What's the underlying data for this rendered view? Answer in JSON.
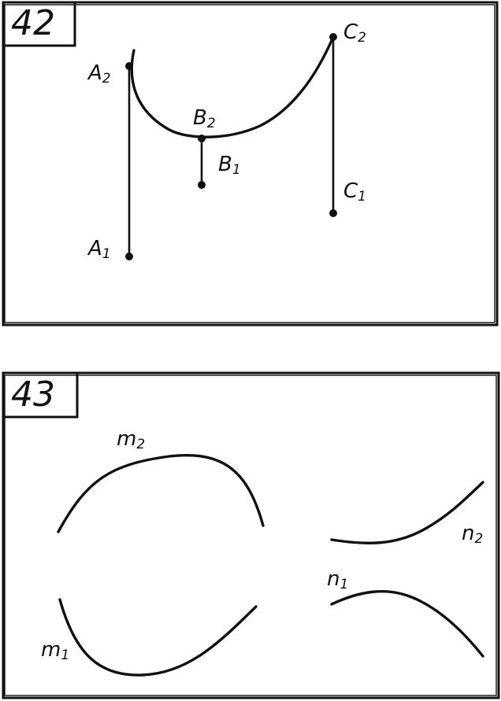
{
  "problems": [
    {
      "number": "42",
      "labels": {
        "A2": {
          "base": "A",
          "sub": "2"
        },
        "A1": {
          "base": "A",
          "sub": "1"
        },
        "B2": {
          "base": "B",
          "sub": "2"
        },
        "B1": {
          "base": "B",
          "sub": "1"
        },
        "C2": {
          "base": "C",
          "sub": "2"
        },
        "C1": {
          "base": "C",
          "sub": "1"
        }
      }
    },
    {
      "number": "43",
      "labels": {
        "m2": {
          "base": "m",
          "sub": "2"
        },
        "m1": {
          "base": "m",
          "sub": "1"
        },
        "n2": {
          "base": "n",
          "sub": "2"
        },
        "n1": {
          "base": "n",
          "sub": "1"
        }
      }
    }
  ]
}
